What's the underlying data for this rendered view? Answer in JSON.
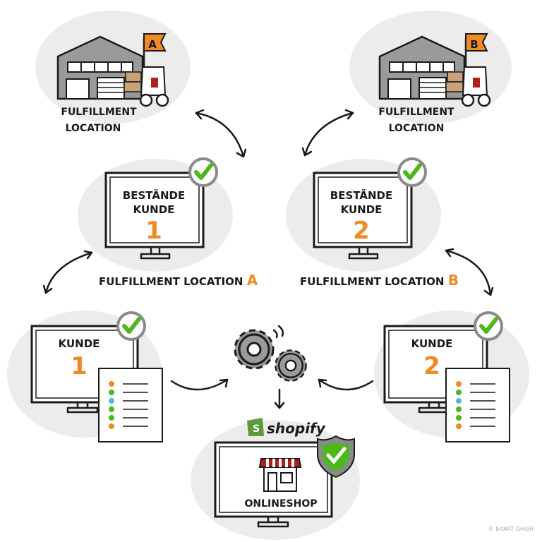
{
  "location_a": {
    "title_line1": "FULFILLMENT",
    "title_line2": "LOCATION",
    "flag": "A"
  },
  "location_b": {
    "title_line1": "FULFILLMENT",
    "title_line2": "LOCATION",
    "flag": "B"
  },
  "stock_1": {
    "line1": "BESTÄNDE",
    "line2": "KUNDE",
    "number": "1"
  },
  "stock_2": {
    "line1": "BESTÄNDE",
    "line2": "KUNDE",
    "number": "2"
  },
  "caption_a": {
    "text": "FULFILLMENT LOCATION",
    "letter": "A"
  },
  "caption_b": {
    "text": "FULFILLMENT LOCATION",
    "letter": "B"
  },
  "customer_1": {
    "label": "KUNDE",
    "number": "1"
  },
  "customer_2": {
    "label": "KUNDE",
    "number": "2"
  },
  "shop": {
    "brand": "shopify",
    "label": "ONLINESHOP"
  },
  "copyright": "© bitART GmbH",
  "colors": {
    "orange": "#f08a24",
    "green": "#4cb81c",
    "blue": "#4fb8e0",
    "cloud": "#ececec",
    "gray": "#8a8a8a"
  }
}
